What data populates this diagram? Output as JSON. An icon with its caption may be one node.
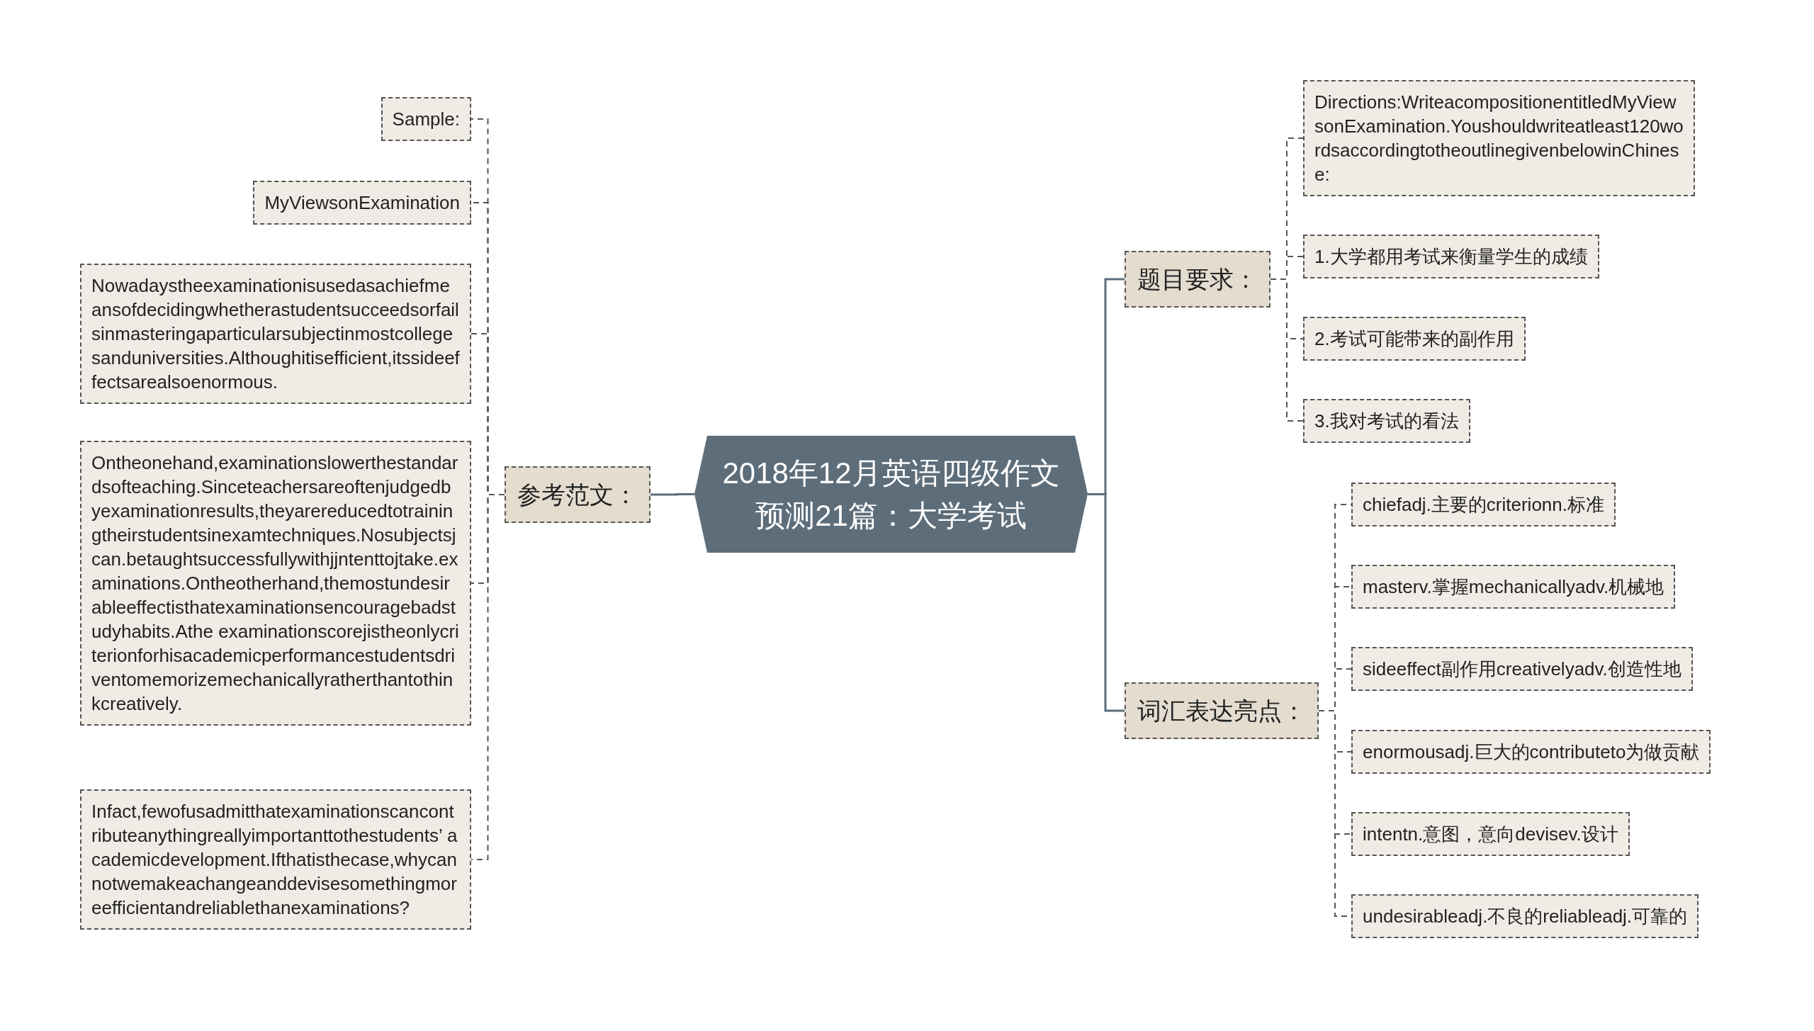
{
  "diagram": {
    "nodes": [
      {
        "text": [
          "2018年12月英语四级作文预测21篇：大学考试"
        ]
      },
      {
        "text": [
          "题目要求："
        ]
      },
      {
        "text": [
          "Directions:WriteacompositionentitledMyViewsonExamination.Youshouldwriteatleast120wordsaccordingtotheoutlinegivenbelowinChinese:"
        ]
      },
      {
        "text": [
          "1.大学都用考试来衡量学生的成绩"
        ]
      },
      {
        "text": [
          "2.考试可能带来的副作用"
        ]
      },
      {
        "text": [
          "3.我对考试的看法"
        ]
      },
      {
        "text": [
          "词汇表达亮点："
        ]
      },
      {
        "text": [
          "chiefadj.主要的criterionn.标准"
        ]
      },
      {
        "text": [
          "masterv.掌握mechanicallyadv.机械地"
        ]
      },
      {
        "text": [
          "sideeffect副作用creativelyadv.创造性地"
        ]
      },
      {
        "text": [
          "enormousadj.巨大的contributeto为做贡献"
        ]
      },
      {
        "text": [
          "intentn.意图，意向devisev.设计"
        ]
      },
      {
        "text": [
          "undesirableadj.不良的reliableadj.可靠的"
        ]
      },
      {
        "text": [
          "参考范文："
        ]
      },
      {
        "text": [
          "Sample:"
        ]
      },
      {
        "text": [
          "MyViewsonExamination"
        ]
      },
      {
        "text": [
          "Nowadaystheexaminationisusedasachiefmeansofdecidingwhetherastudentsucceedsorfailsinmasteringaparticularsubjectinmostcollegesanduniversities.Althoughitisefficient,itssideeffectsarealsoenormous."
        ]
      },
      {
        "text": [
          "Ontheonehand,examinationslowerthestandardsofteaching.Sinceteachersareoftenjudgedbyexaminationresults,theyarereducedtotrainingtheirstudentsinexamtechniques.Nosubjectsjcan.betaughtsuccessfullywithjjntenttojtake.examinations.Ontheotherhand,themostundesirableeffectisthatexaminationsencouragebadstudyhabits.Athe examinationscorejistheonlycriterionforhisacademicperformancestudentsdriventomemorizemechanicallyratherthantothinkcreatively."
        ]
      },
      {
        "text": [
          "Infact,fewofusadmitthatexaminationscancontributeanythingreallyimportanttothestudents’ academicdevelopment.Ifthatisthecase,whycannotwemakeachangeanddevisesomethingmoreefficientandreliablethanexaminations?"
        ]
      }
    ],
    "edges": [
      {
        "from": 0,
        "to": 1,
        "arrow": "none"
      },
      {
        "from": 0,
        "to": 6,
        "arrow": "none"
      },
      {
        "from": 0,
        "to": 13,
        "arrow": "none"
      },
      {
        "from": 1,
        "to": 2,
        "arrow": "none",
        "style": "dashed"
      },
      {
        "from": 1,
        "to": 3,
        "arrow": "none",
        "style": "dashed"
      },
      {
        "from": 1,
        "to": 4,
        "arrow": "none",
        "style": "dashed"
      },
      {
        "from": 1,
        "to": 5,
        "arrow": "none",
        "style": "dashed"
      },
      {
        "from": 6,
        "to": 7,
        "arrow": "none",
        "style": "dashed"
      },
      {
        "from": 6,
        "to": 8,
        "arrow": "none",
        "style": "dashed"
      },
      {
        "from": 6,
        "to": 9,
        "arrow": "none",
        "style": "dashed"
      },
      {
        "from": 6,
        "to": 10,
        "arrow": "none",
        "style": "dashed"
      },
      {
        "from": 6,
        "to": 11,
        "arrow": "none",
        "style": "dashed"
      },
      {
        "from": 6,
        "to": 12,
        "arrow": "none",
        "style": "dashed"
      },
      {
        "from": 13,
        "to": 14,
        "arrow": "none",
        "style": "dashed"
      },
      {
        "from": 13,
        "to": 15,
        "arrow": "none",
        "style": "dashed"
      },
      {
        "from": 13,
        "to": 16,
        "arrow": "none",
        "style": "dashed"
      },
      {
        "from": 13,
        "to": 17,
        "arrow": "none",
        "style": "dashed"
      },
      {
        "from": 13,
        "to": 18,
        "arrow": "none",
        "style": "dashed"
      }
    ]
  }
}
